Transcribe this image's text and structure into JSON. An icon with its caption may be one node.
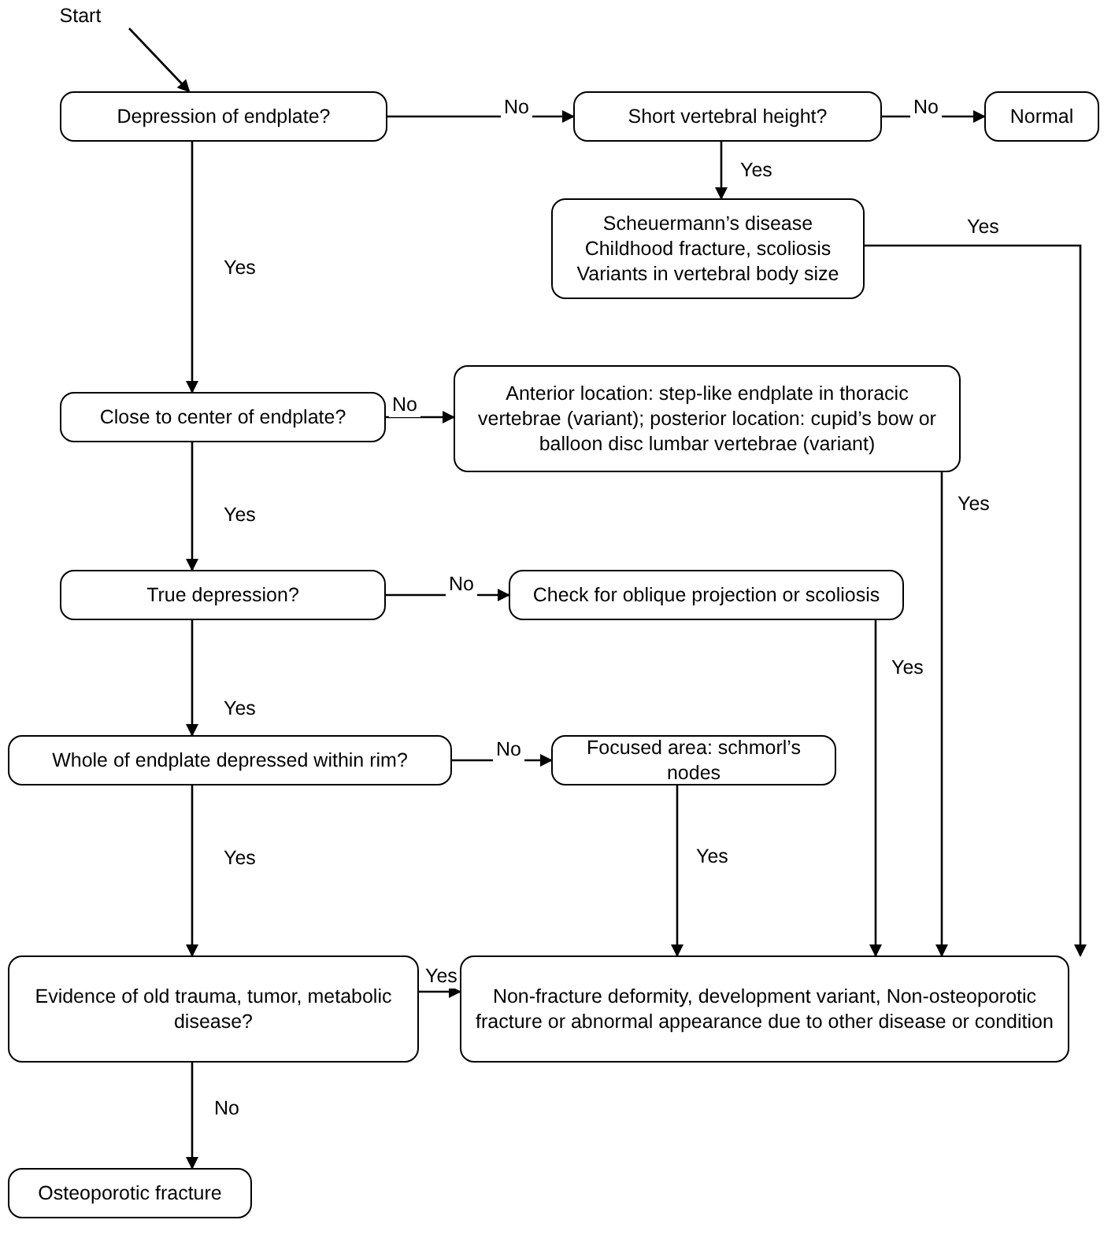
{
  "diagram": {
    "nodes": [
      {
        "text": [
          "Start"
        ]
      },
      {
        "text": [
          "Depression of endplate?"
        ]
      },
      {
        "text": [
          "Short vertebral height?"
        ]
      },
      {
        "text": [
          "Normal"
        ]
      },
      {
        "text": [
          "Scheuermann’s disease",
          "Childhood fracture, scoliosis",
          "Variants in vertebral body size"
        ]
      },
      {
        "text": [
          "Close to center of endplate?"
        ]
      },
      {
        "text": [
          "Anterior location: step-like endplate in thoracic vertebrae (variant); posterior location: cupid’s bow or balloon disc lumbar vertebrae (variant)"
        ]
      },
      {
        "text": [
          "True depression?"
        ]
      },
      {
        "text": [
          "Check for oblique projection or scoliosis"
        ]
      },
      {
        "text": [
          "Whole of endplate depressed within rim?"
        ]
      },
      {
        "text": [
          "Focused area: schmorl’s nodes"
        ]
      },
      {
        "text": [
          "Evidence of old trauma, tumor, metabolic disease?"
        ]
      },
      {
        "text": [
          "Non-fracture deformity, development variant, Non-osteoporotic fracture or abnormal appearance due to other disease or condition"
        ]
      },
      {
        "text": [
          "Osteoporotic fracture"
        ]
      }
    ],
    "edges": [
      {
        "from": 0,
        "to": 1,
        "arrow": "to"
      },
      {
        "from": 1,
        "to": 2,
        "arrow": "to",
        "label": "No"
      },
      {
        "from": 2,
        "to": 3,
        "arrow": "to",
        "label": "No"
      },
      {
        "from": 2,
        "to": 4,
        "arrow": "to",
        "label": "Yes"
      },
      {
        "from": 4,
        "to": 12,
        "arrow": "to",
        "label": "Yes"
      },
      {
        "from": 1,
        "to": 5,
        "arrow": "to",
        "label": "Yes"
      },
      {
        "from": 5,
        "to": 6,
        "arrow": "to",
        "label": "No"
      },
      {
        "from": 6,
        "to": 12,
        "arrow": "to",
        "label": "Yes"
      },
      {
        "from": 5,
        "to": 7,
        "arrow": "to",
        "label": "Yes"
      },
      {
        "from": 7,
        "to": 8,
        "arrow": "to",
        "label": "No"
      },
      {
        "from": 8,
        "to": 12,
        "arrow": "to",
        "label": "Yes"
      },
      {
        "from": 7,
        "to": 9,
        "arrow": "to",
        "label": "Yes"
      },
      {
        "from": 9,
        "to": 10,
        "arrow": "to",
        "label": "No"
      },
      {
        "from": 10,
        "to": 12,
        "arrow": "to",
        "label": "Yes"
      },
      {
        "from": 9,
        "to": 11,
        "arrow": "to",
        "label": "Yes"
      },
      {
        "from": 11,
        "to": 12,
        "arrow": "to",
        "label": "Yes"
      },
      {
        "from": 11,
        "to": 13,
        "arrow": "to",
        "label": "No"
      }
    ]
  }
}
